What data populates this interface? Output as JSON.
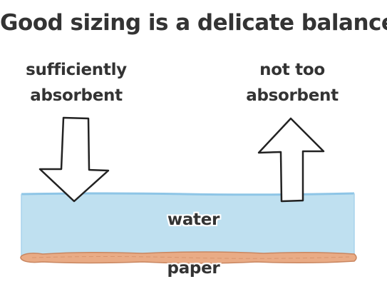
{
  "title": "Good sizing is a delicate balance",
  "labels": {
    "left_line1": "sufficiently",
    "left_line2": "absorbent",
    "right_line1": "not too",
    "right_line2": "absorbent",
    "water": "water",
    "paper": "paper"
  },
  "colors": {
    "water_fill": "#bfe0f0",
    "water_edge": "#8ec5e6",
    "paper_fill": "#e9ab85",
    "paper_edge": "#c98660",
    "arrow_fill": "#ffffff",
    "arrow_stroke": "#222222",
    "text": "#333333"
  },
  "arrows": {
    "left": "down-arrow-icon",
    "right": "up-arrow-icon"
  }
}
